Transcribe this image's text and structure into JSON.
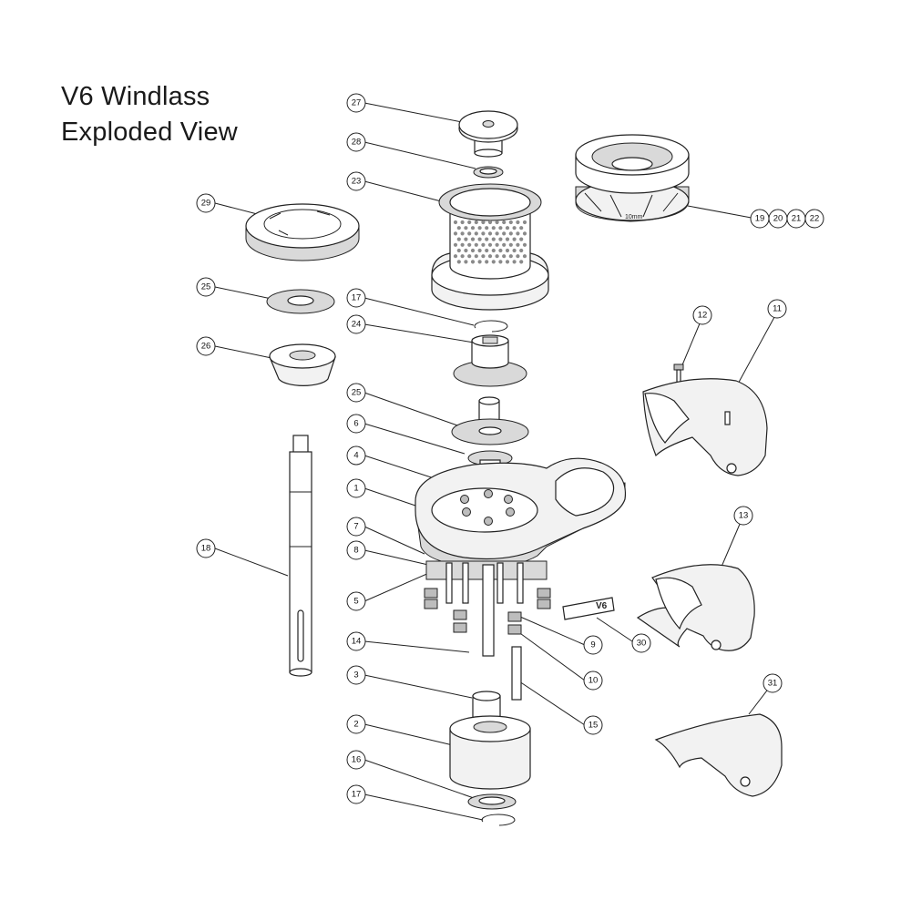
{
  "title": {
    "line1": "V6 Windlass",
    "line2": "Exploded View"
  },
  "callouts": [
    {
      "id": "c27",
      "label": "27"
    },
    {
      "id": "c28",
      "label": "28"
    },
    {
      "id": "c23",
      "label": "23"
    },
    {
      "id": "c29",
      "label": "29"
    },
    {
      "id": "c25a",
      "label": "25"
    },
    {
      "id": "c17a",
      "label": "17"
    },
    {
      "id": "c24",
      "label": "24"
    },
    {
      "id": "c26",
      "label": "26"
    },
    {
      "id": "c25b",
      "label": "25"
    },
    {
      "id": "c6",
      "label": "6"
    },
    {
      "id": "c4",
      "label": "4"
    },
    {
      "id": "c1",
      "label": "1"
    },
    {
      "id": "c7",
      "label": "7"
    },
    {
      "id": "c8",
      "label": "8"
    },
    {
      "id": "c5",
      "label": "5"
    },
    {
      "id": "c18",
      "label": "18"
    },
    {
      "id": "c14",
      "label": "14"
    },
    {
      "id": "c3",
      "label": "3"
    },
    {
      "id": "c2",
      "label": "2"
    },
    {
      "id": "c16",
      "label": "16"
    },
    {
      "id": "c17b",
      "label": "17"
    },
    {
      "id": "c9",
      "label": "9"
    },
    {
      "id": "c10",
      "label": "10"
    },
    {
      "id": "c15",
      "label": "15"
    },
    {
      "id": "c30",
      "label": "30"
    },
    {
      "id": "c12",
      "label": "12"
    },
    {
      "id": "c11",
      "label": "11"
    },
    {
      "id": "c13",
      "label": "13"
    },
    {
      "id": "c31",
      "label": "31"
    },
    {
      "id": "c19",
      "label": "19"
    },
    {
      "id": "c20",
      "label": "20"
    },
    {
      "id": "c21",
      "label": "21"
    },
    {
      "id": "c22",
      "label": "22"
    }
  ],
  "decals": {
    "badge_text": "V6",
    "gypsy_text": "10mm"
  }
}
